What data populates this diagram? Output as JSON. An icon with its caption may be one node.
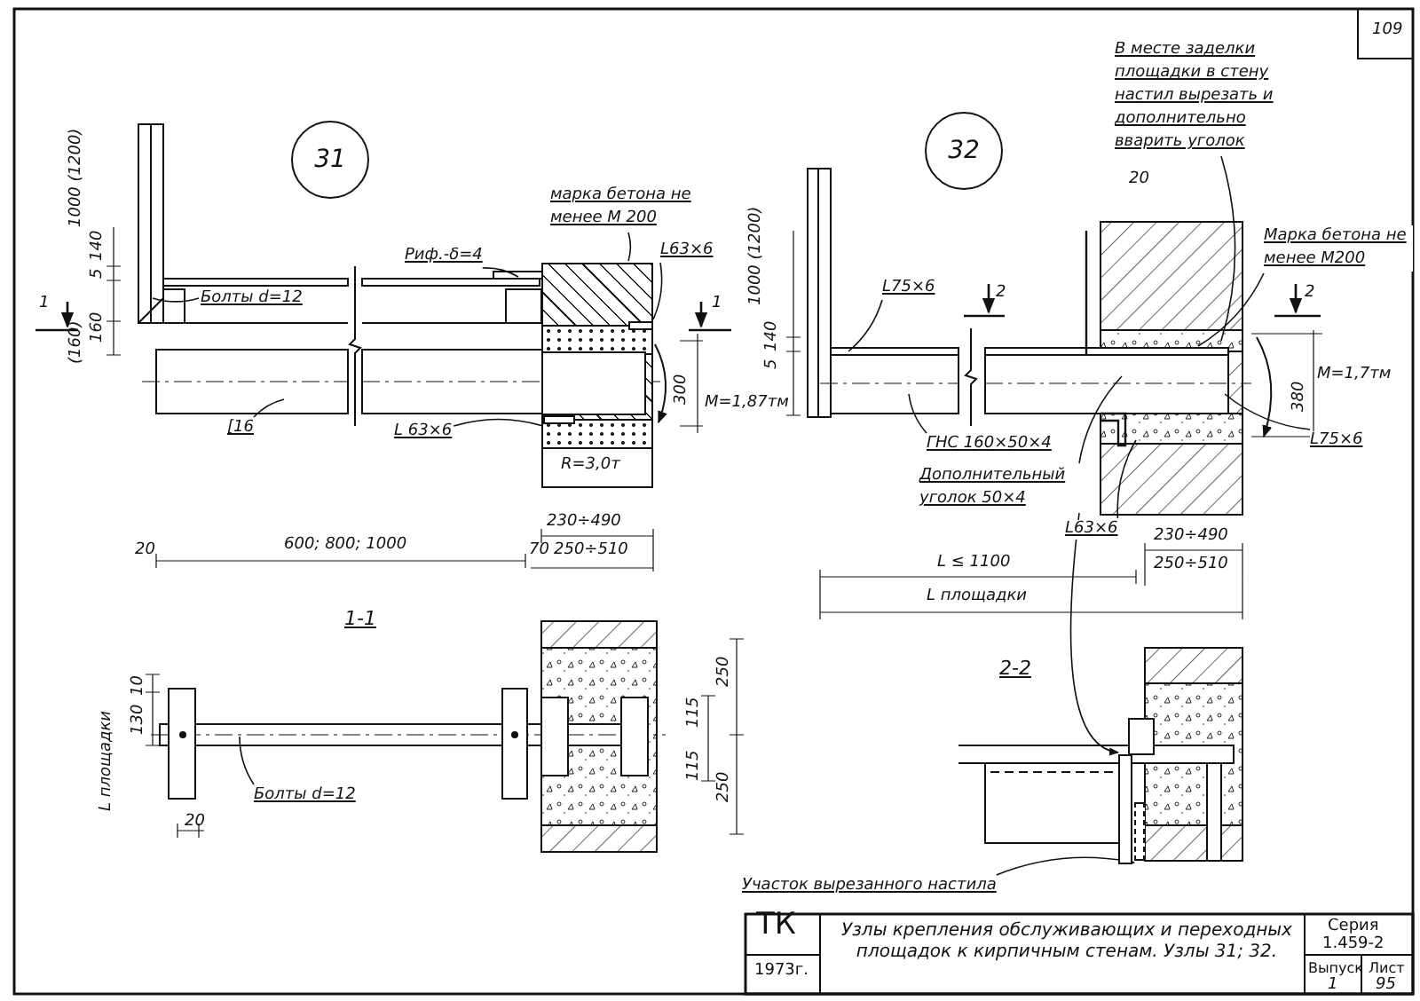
{
  "diagram": {
    "title": "Узлы крепления обслуживающих и переходных площадок к кирпичным стенам. Узлы 31; 32.",
    "nodes": [
      {
        "text": [
          "31"
        ]
      },
      {
        "text": [
          "32"
        ]
      },
      {
        "text": [
          "марка бетона не менее М 200"
        ]
      },
      {
        "text": [
          "Риф.-δ=4"
        ]
      },
      {
        "text": [
          "Болты d=12"
        ]
      },
      {
        "text": [
          "L63×6"
        ]
      },
      {
        "text": [
          "[16"
        ]
      },
      {
        "text": [
          "L 63×6"
        ]
      },
      {
        "text": [
          "L75×6"
        ]
      },
      {
        "text": [
          "В месте заделки площадки в стену настил вырезать и дополнительно вварить уголок"
        ]
      },
      {
        "text": [
          "Марка бетона не менее М200"
        ]
      },
      {
        "text": [
          "ГНС 160×50×4"
        ]
      },
      {
        "text": [
          "Дополнительный уголок 50×4"
        ]
      },
      {
        "text": [
          "L63×6"
        ]
      },
      {
        "text": [
          "L75×6"
        ]
      },
      {
        "text": [
          "Болты d=12"
        ]
      },
      {
        "text": [
          "Участок вырезанного настила"
        ]
      },
      {
        "text": [],
        "shape": "bar"
      },
      {
        "text": [],
        "shape": "box"
      },
      {
        "text": [
          "R=3,0т"
        ]
      },
      {
        "text": [],
        "shape": "bar",
        "in": 19
      },
      {
        "text": [],
        "shape": "bar",
        "in": 19
      }
    ],
    "edges": [
      {
        "from": 2,
        "to": 19,
        "arrow": "none"
      },
      {
        "from": 3,
        "to": null,
        "arrow": "none"
      },
      {
        "from": 4,
        "to": null,
        "arrow": "none"
      },
      {
        "from": 5,
        "to": 21,
        "arrow": "none"
      },
      {
        "from": 6,
        "to": null,
        "arrow": "none"
      },
      {
        "from": 7,
        "to": 20,
        "arrow": "none"
      },
      {
        "from": 8,
        "to": null,
        "arrow": "none"
      },
      {
        "from": 9,
        "to": null,
        "arrow": "none"
      },
      {
        "from": 10,
        "to": null,
        "arrow": "none"
      },
      {
        "from": 11,
        "to": null,
        "arrow": "none"
      },
      {
        "from": 12,
        "to": null,
        "arrow": "none"
      },
      {
        "from": 12,
        "to": 17,
        "arrow": "to"
      },
      {
        "from": 13,
        "to": null,
        "arrow": "none"
      },
      {
        "from": 14,
        "to": null,
        "arrow": "none"
      },
      {
        "from": 15,
        "to": null,
        "arrow": "none"
      },
      {
        "from": 16,
        "to": 18,
        "arrow": "to"
      }
    ],
    "labels": [
      "109",
      "1000 (1200)",
      "5",
      "140",
      "160",
      "(160)",
      "1",
      "1",
      "300",
      "М=1,87тм",
      "230÷490",
      "20",
      "600; 800; 1000",
      "70",
      "250÷510",
      "20",
      "1000 (1200)",
      "5",
      "140",
      "2",
      "2",
      "380",
      "М=1,7тм",
      "230÷490",
      "L ≤ 1100",
      "250÷510",
      "L площадки",
      "1-1",
      "10",
      "130",
      "L площадки",
      "20",
      "250",
      "250",
      "115",
      "115",
      "2-2",
      "ТК",
      "1973г.",
      "Серия",
      "1.459-2",
      "Выпуск",
      "Лист",
      "1",
      "95"
    ]
  }
}
